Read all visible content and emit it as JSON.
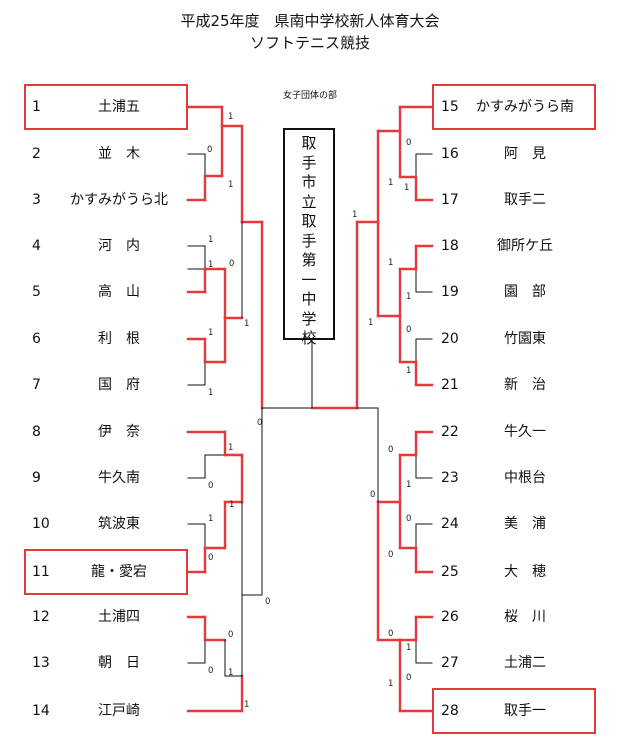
{
  "title": "平成25年度　県南中学校新人体育大会",
  "subtitle": "ソフトテニス競技",
  "division": "女子団体の部",
  "champion": "取手市立取手第一中学校",
  "teams": [
    {
      "seed": "1",
      "name": "土浦五"
    },
    {
      "seed": "2",
      "name": "並　木"
    },
    {
      "seed": "3",
      "name": "かすみがうら北"
    },
    {
      "seed": "4",
      "name": "河　内"
    },
    {
      "seed": "5",
      "name": "高　山"
    },
    {
      "seed": "6",
      "name": "利　根"
    },
    {
      "seed": "7",
      "name": "国　府"
    },
    {
      "seed": "8",
      "name": "伊　奈"
    },
    {
      "seed": "9",
      "name": "牛久南"
    },
    {
      "seed": "10",
      "name": "筑波東"
    },
    {
      "seed": "11",
      "name": "龍・愛宕"
    },
    {
      "seed": "12",
      "name": "土浦四"
    },
    {
      "seed": "13",
      "name": "朝　日"
    },
    {
      "seed": "14",
      "name": "江戸崎"
    },
    {
      "seed": "15",
      "name": "かすみがうら南"
    },
    {
      "seed": "16",
      "name": "阿　見"
    },
    {
      "seed": "17",
      "name": "取手二"
    },
    {
      "seed": "18",
      "name": "御所ケ丘"
    },
    {
      "seed": "19",
      "name": "園　部"
    },
    {
      "seed": "20",
      "name": "竹園東"
    },
    {
      "seed": "21",
      "name": "新　治"
    },
    {
      "seed": "22",
      "name": "牛久一"
    },
    {
      "seed": "23",
      "name": "中根台"
    },
    {
      "seed": "24",
      "name": "美　浦"
    },
    {
      "seed": "25",
      "name": "大　穂"
    },
    {
      "seed": "26",
      "name": "桜　川"
    },
    {
      "seed": "27",
      "name": "土浦二"
    },
    {
      "seed": "28",
      "name": "取手一"
    }
  ],
  "scores": [
    {
      "v": "0"
    },
    {
      "v": "1"
    },
    {
      "v": "1"
    },
    {
      "v": "1"
    },
    {
      "v": "1"
    },
    {
      "v": "0"
    },
    {
      "v": "1"
    },
    {
      "v": "1"
    },
    {
      "v": "1"
    },
    {
      "v": "0"
    },
    {
      "v": "1"
    },
    {
      "v": "0"
    },
    {
      "v": "1"
    },
    {
      "v": "0"
    },
    {
      "v": "1"
    },
    {
      "v": "0"
    },
    {
      "v": "0"
    },
    {
      "v": "1"
    },
    {
      "v": "1"
    },
    {
      "v": "0"
    },
    {
      "v": "0"
    },
    {
      "v": "1"
    },
    {
      "v": "1"
    },
    {
      "v": "1"
    },
    {
      "v": "1"
    },
    {
      "v": "0"
    },
    {
      "v": "1"
    },
    {
      "v": "1"
    },
    {
      "v": "1"
    },
    {
      "v": "0"
    },
    {
      "v": "1"
    },
    {
      "v": "0"
    },
    {
      "v": "0"
    },
    {
      "v": "0"
    },
    {
      "v": "1"
    },
    {
      "v": "0"
    },
    {
      "v": "1"
    },
    {
      "v": "0"
    },
    {
      "v": "1"
    },
    {
      "v": "0"
    },
    {
      "v": "1"
    },
    {
      "v": "1"
    }
  ],
  "colors": {
    "winner_line": "#e5393b",
    "loser_line": "#111111",
    "highlight_box": "#e5393b"
  }
}
